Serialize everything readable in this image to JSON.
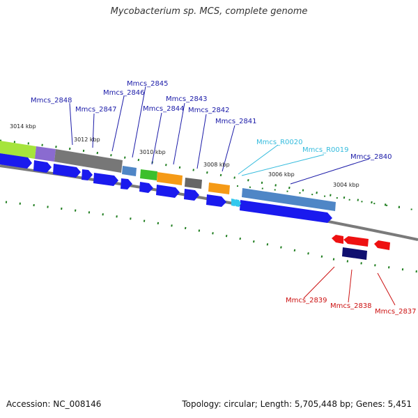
{
  "header": {
    "title": "Mycobacterium sp. MCS, complete genome"
  },
  "footer": {
    "accession": "Accession: NC_008146",
    "topology": "Topology: circular; Length: 5,705,448 bp; Genes: 5,451"
  },
  "colors": {
    "backbone": "#7a7a7a",
    "tick": "#1e7d1e",
    "forward_cds": "#1a1aee",
    "reverse_cds": "#ee1111",
    "rna_label": "#33bbdd",
    "forward_label": "#1a1aa8",
    "reverse_label": "#cc1111",
    "reverse_dark": "#101070"
  },
  "scale_labels": [
    "3014 kbp",
    "3012 kbp",
    "3010 kbp",
    "3008 kbp",
    "3006 kbp",
    "3004 kbp"
  ],
  "gene_labels": {
    "mmcs_2848": "Mmcs_2848",
    "mmcs_2847": "Mmcs_2847",
    "mmcs_2846": "Mmcs_2846",
    "mmcs_2845": "Mmcs_2845",
    "mmcs_2844": "Mmcs_2844",
    "mmcs_2843": "Mmcs_2843",
    "mmcs_2842": "Mmcs_2842",
    "mmcs_2841": "Mmcs_2841",
    "mmcs_r0020": "Mmcs_R0020",
    "mmcs_r0019": "Mmcs_R0019",
    "mmcs_2840": "Mmcs_2840",
    "mmcs_2839": "Mmcs_2839",
    "mmcs_2838": "Mmcs_2838",
    "mmcs_2837": "Mmcs_2837"
  }
}
